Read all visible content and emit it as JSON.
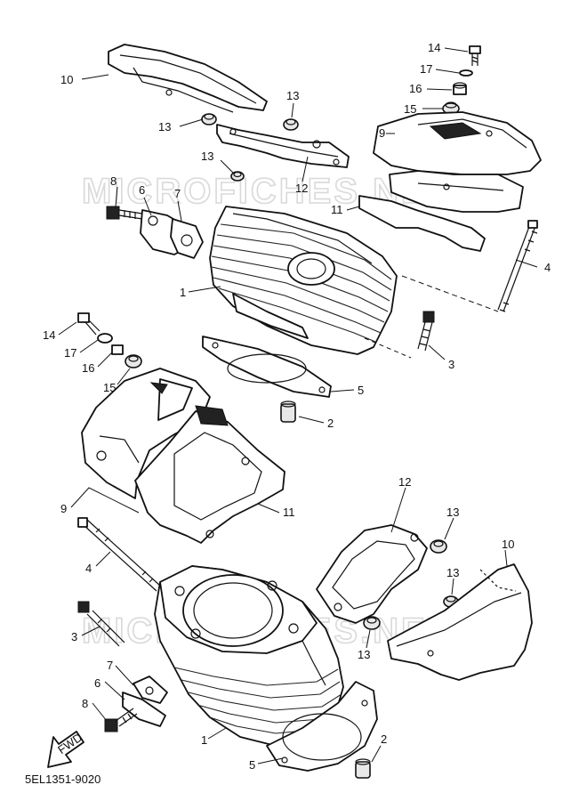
{
  "diagram": {
    "doc_code": "5EL1351-9020",
    "watermark": "MICROFICHES.NET",
    "fwd_label": "FWD",
    "callouts": {
      "top_rear_cover": "10",
      "top_rocker_plate": "12",
      "top_grommet_a": "13",
      "top_grommet_b": "13",
      "top_grommet_c": "13",
      "top_bolt_14": "14",
      "top_washer_17": "17",
      "top_collar_16": "16",
      "top_damper_15": "15",
      "top_front_cover": "9",
      "top_bracket_11": "11",
      "top_stud_4": "4",
      "top_cylinder_1": "1",
      "top_bolt_3": "3",
      "top_gasket_5": "5",
      "top_dowel_2": "2",
      "top_bolt_8": "8",
      "top_cover_6": "6",
      "top_gasket_7": "7",
      "bot_bolt_14": "14",
      "bot_washer_17": "17",
      "bot_collar_16": "16",
      "bot_damper_15": "15",
      "bot_front_cover": "9",
      "bot_bracket_11": "11",
      "bot_stud_4": "4",
      "bot_bolt_3": "3",
      "bot_gasket_7": "7",
      "bot_cover_6": "6",
      "bot_bolt_8": "8",
      "bot_cylinder_1": "1",
      "bot_gasket_5": "5",
      "bot_dowel_2": "2",
      "bot_rocker_plate": "12",
      "bot_grommet_a": "13",
      "bot_grommet_b": "13",
      "bot_grommet_c": "13",
      "bot_rear_cover": "10"
    }
  }
}
